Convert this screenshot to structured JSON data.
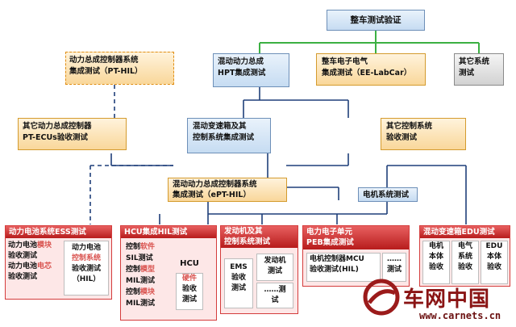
{
  "top": {
    "label": "整车测试验证"
  },
  "level1": {
    "pt_hil": "动力总成控制器系统\n集成测试（PT-HIL）",
    "hpt": "混动动力总成\nHPT集成测试",
    "ee": "整车电子电气\n集成测试（EE-LabCar）",
    "other_sys": "其它系统\n测试"
  },
  "level2": {
    "pt_ecus": "其它动力总成控制器\nPT-ECUs验收测试",
    "hybrid_trans": "混动变速箱及其\n控制系统集成测试",
    "other_ctrl": "其它控制系统\n验收测试"
  },
  "level3": {
    "ept_hil": "混动动力总成控制器系统\n集成测试（ePT-HIL）",
    "motor_sys": "电机系统测试"
  },
  "panels": {
    "ess": {
      "title": "动力电池系统ESS测试",
      "left_rows": [
        [
          {
            "t": "动力电池",
            "red": false
          },
          {
            "t": "模块",
            "red": true
          }
        ],
        [
          {
            "t": "验收测试",
            "red": false
          }
        ],
        [
          {
            "t": "动力电池",
            "red": false
          },
          {
            "t": "电芯",
            "red": true
          }
        ],
        [
          {
            "t": "验收测试",
            "red": false
          }
        ]
      ],
      "right_rows": [
        [
          {
            "t": "动力电池",
            "red": false
          }
        ],
        [
          {
            "t": "控制系统",
            "red": true
          }
        ],
        [
          {
            "t": "验收测试",
            "red": false
          }
        ],
        [
          {
            "t": "（HIL）",
            "red": false
          }
        ]
      ]
    },
    "hcu": {
      "title": "HCU集成HIL测试",
      "left_rows": [
        [
          {
            "t": "控制",
            "red": false
          },
          {
            "t": "软件",
            "red": true
          }
        ],
        [
          {
            "t": "SIL测试",
            "red": false
          }
        ],
        [
          {
            "t": "控制",
            "red": false
          },
          {
            "t": "模型",
            "red": true
          }
        ],
        [
          {
            "t": "MIL测试",
            "red": false
          }
        ],
        [
          {
            "t": "控制",
            "red": false
          },
          {
            "t": "模块",
            "red": true
          }
        ],
        [
          {
            "t": "MIL测试",
            "red": false
          }
        ]
      ],
      "right_top": "HCU",
      "right_rows": [
        [
          {
            "t": "硬件",
            "red": true
          }
        ],
        [
          {
            "t": "验收",
            "red": false
          }
        ],
        [
          {
            "t": "测试",
            "red": false
          }
        ]
      ]
    },
    "engine": {
      "title": "发动机及其\n控制系统测试",
      "ems": "EMS\n验收\n测试",
      "engine_cell": "发动机\n测试",
      "dots": "……测\n试"
    },
    "peb": {
      "title": "电力电子单元\nPEB集成测试",
      "mcu": "电机控制器MCU\n验收测试(HIL)",
      "dots": "……\n测试"
    },
    "edu": {
      "title": "混动变速箱EDU测试",
      "col1": "电机\n本体\n验收",
      "col2": "电气\n系统\n验收",
      "col3": "EDU\n本体\n验收"
    }
  },
  "watermark": {
    "cn": "车网中国",
    "url": "www.carnets.cn"
  },
  "colors": {
    "green": "#3cb043",
    "navy": "#1f3f7a",
    "red": "#d43c3c",
    "orange": "#e08e14"
  }
}
